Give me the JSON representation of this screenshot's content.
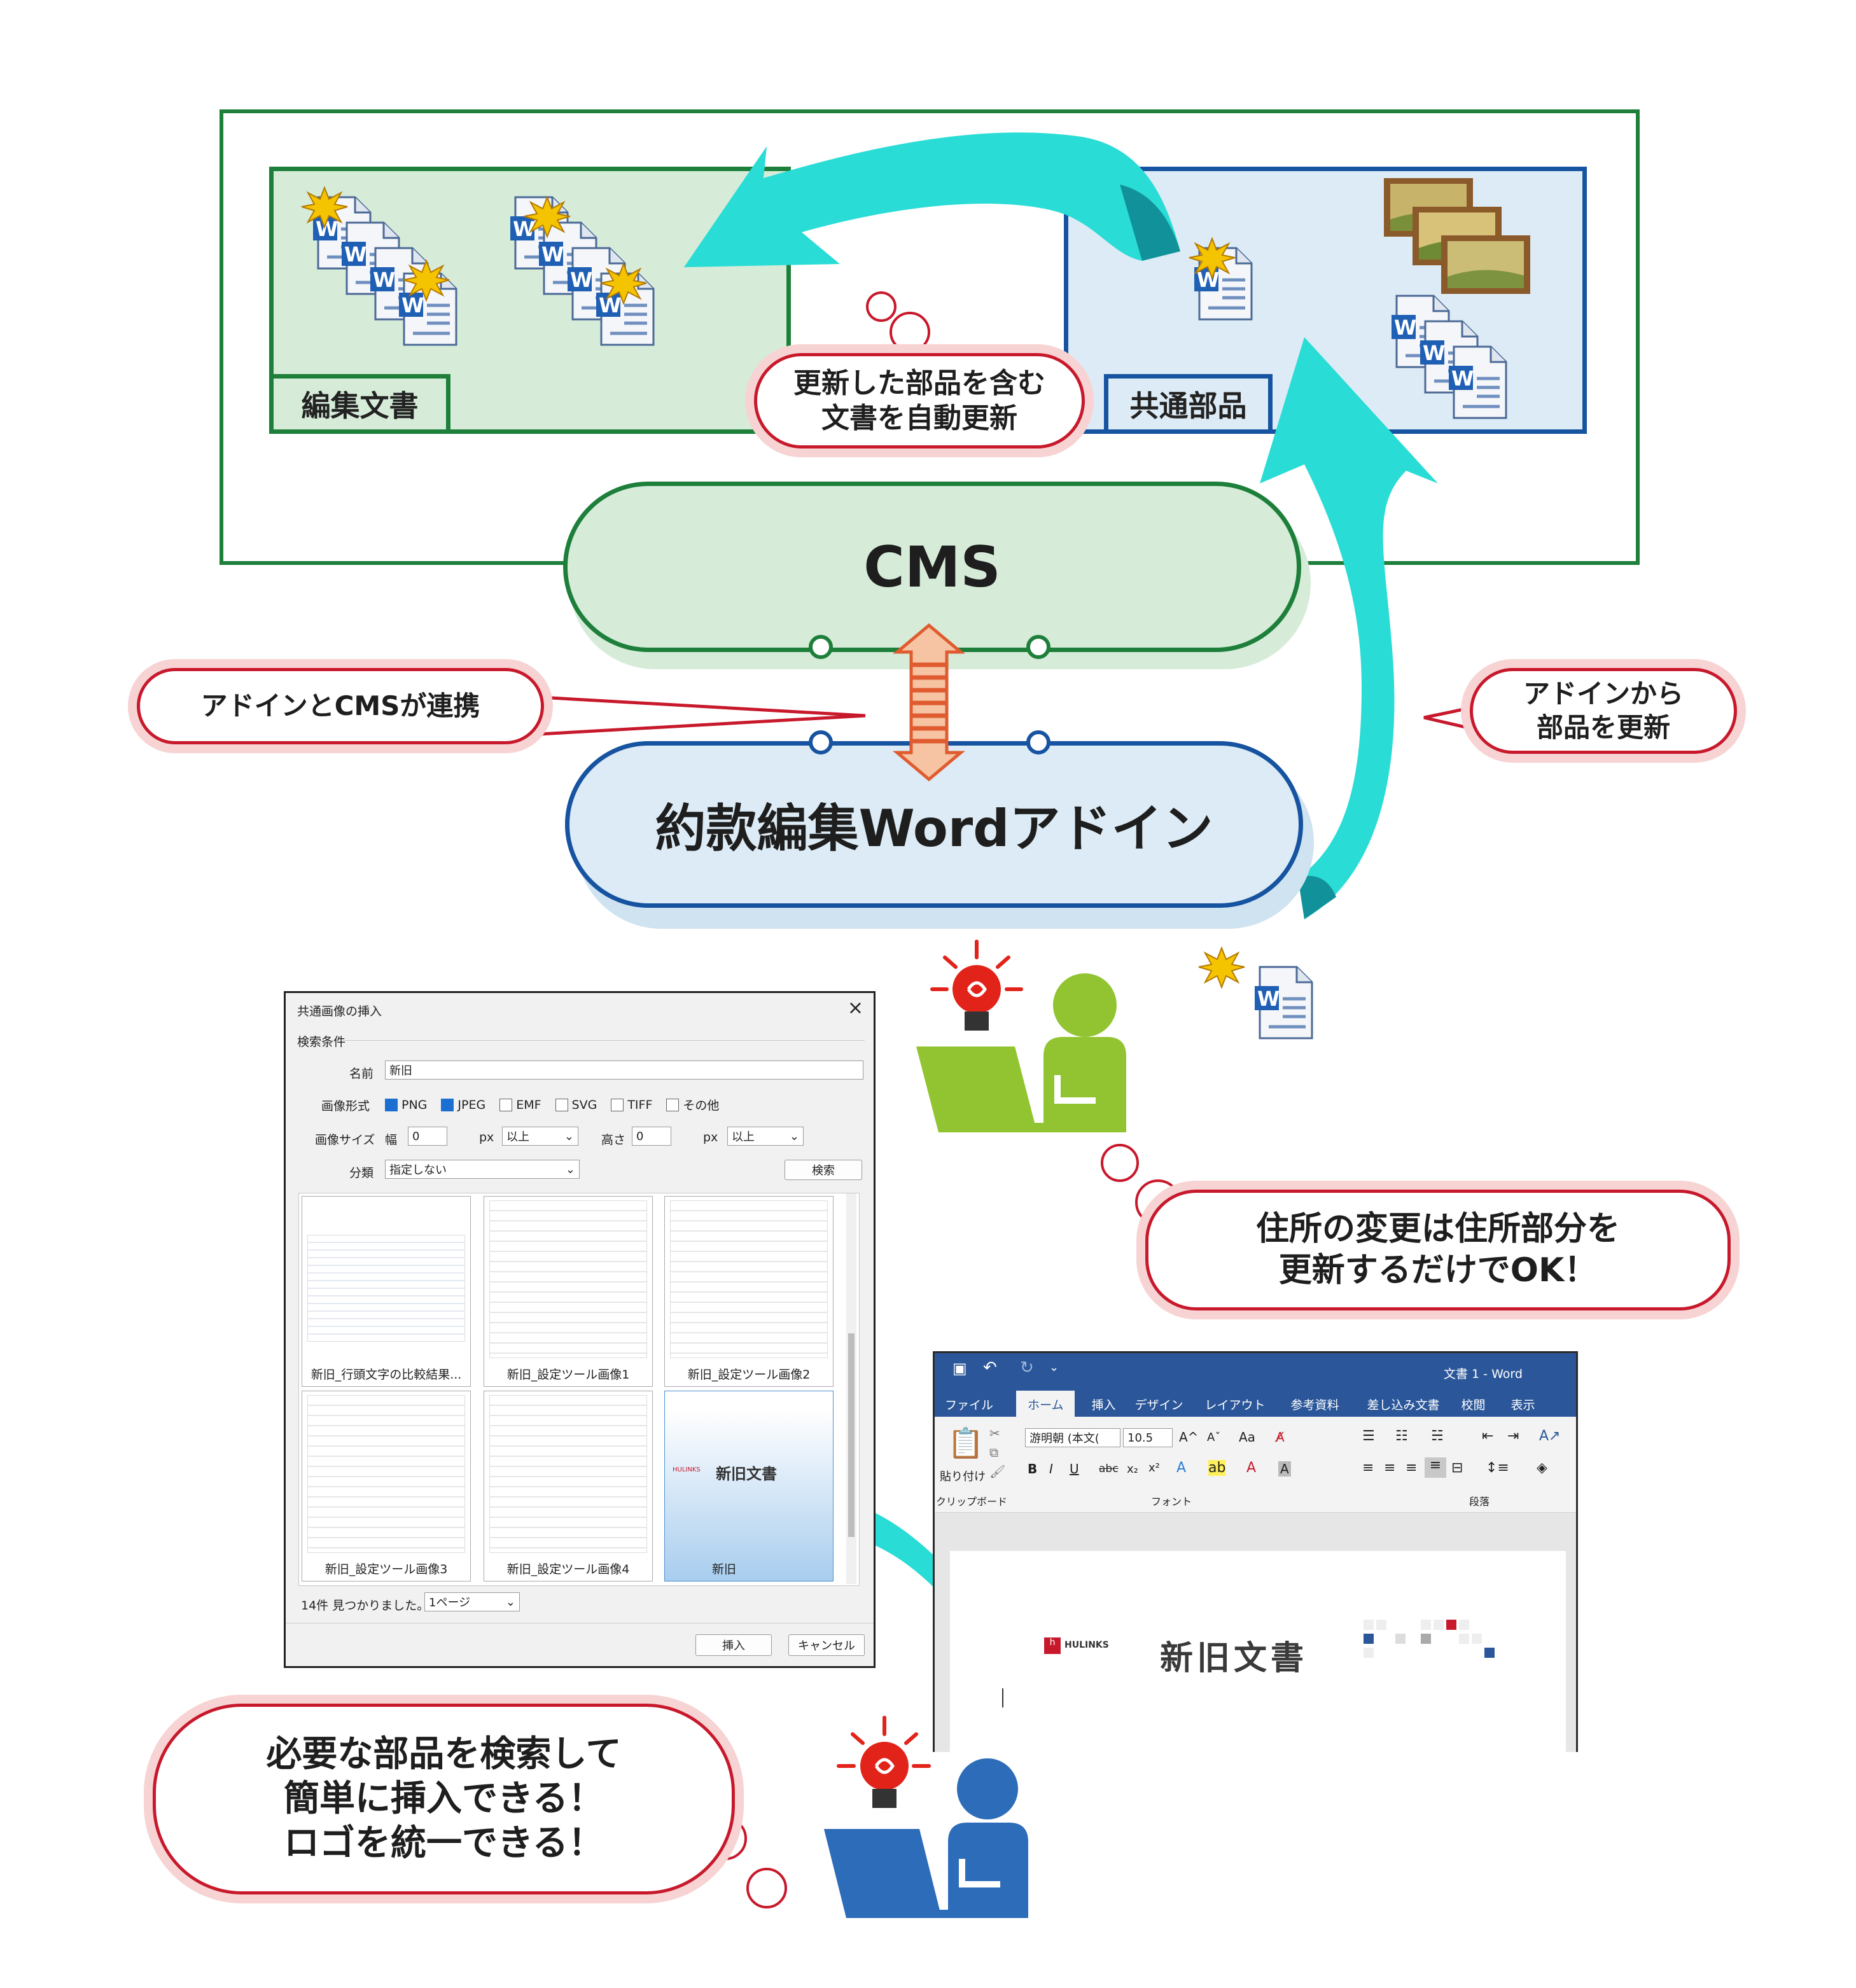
{
  "diagram": {
    "edit_docs_label": "編集文書",
    "common_parts_label": "共通部品",
    "auto_update_bubble": [
      "更新した部品を含む",
      "文書を自動更新"
    ],
    "cms_label": "CMS",
    "addin_label": "約款編集Wordアドイン",
    "link_bubble": "アドインとCMSが連携",
    "update_from_addin_bubble": [
      "アドインから",
      "部品を更新"
    ],
    "address_bubble": [
      "住所の変更は住所部分を",
      "更新するだけでOK！"
    ],
    "search_bubble": [
      "必要な部品を検索して",
      "簡単に挿入できる！",
      "ロゴを統一できる！"
    ],
    "colors": {
      "green": "#1e7f3b",
      "blue": "#1653a0",
      "cyan_arrow": "#2adcd6",
      "red_bubble": "#c8192c",
      "person_green": "#92c432",
      "person_blue": "#2d6cb8"
    }
  },
  "dialog": {
    "title": "共通画像の挿入",
    "section": "検索条件",
    "name_label": "名前",
    "name_value": "新旧",
    "format_label": "画像形式",
    "formats": [
      {
        "label": "PNG",
        "checked": true
      },
      {
        "label": "JPEG",
        "checked": true
      },
      {
        "label": "EMF",
        "checked": false
      },
      {
        "label": "SVG",
        "checked": false
      },
      {
        "label": "TIFF",
        "checked": false
      },
      {
        "label": "その他",
        "checked": false
      }
    ],
    "size_label": "画像サイズ",
    "width_label": "幅",
    "width_value": "0",
    "height_label": "高さ",
    "height_value": "0",
    "px": "px",
    "compare": "以上",
    "category_label": "分類",
    "category_value": "指定しない",
    "search_button": "検索",
    "results": [
      "新旧_行頭文字の比較結果...",
      "新旧_設定ツール画像1",
      "新旧_設定ツール画像2",
      "新旧_設定ツール画像3",
      "新旧_設定ツール画像4",
      "新旧"
    ],
    "count_text": "14件 見つかりました。",
    "page_value": "1ページ",
    "insert_button": "挿入",
    "cancel_button": "キャンセル"
  },
  "word": {
    "title": "文書 1 - Word",
    "tabs": [
      "ファイル",
      "ホーム",
      "挿入",
      "デザイン",
      "レイアウト",
      "参考資料",
      "差し込み文書",
      "校閲",
      "表示"
    ],
    "active_tab": "ホーム",
    "paste_label": "貼り付け",
    "font_name": "游明朝 (本文(",
    "font_size": "10.5",
    "group_clipboard": "クリップボード",
    "group_font": "フォント",
    "group_paragraph": "段落",
    "logo_brand": "HULINKS",
    "logo_text": "新旧文書"
  }
}
